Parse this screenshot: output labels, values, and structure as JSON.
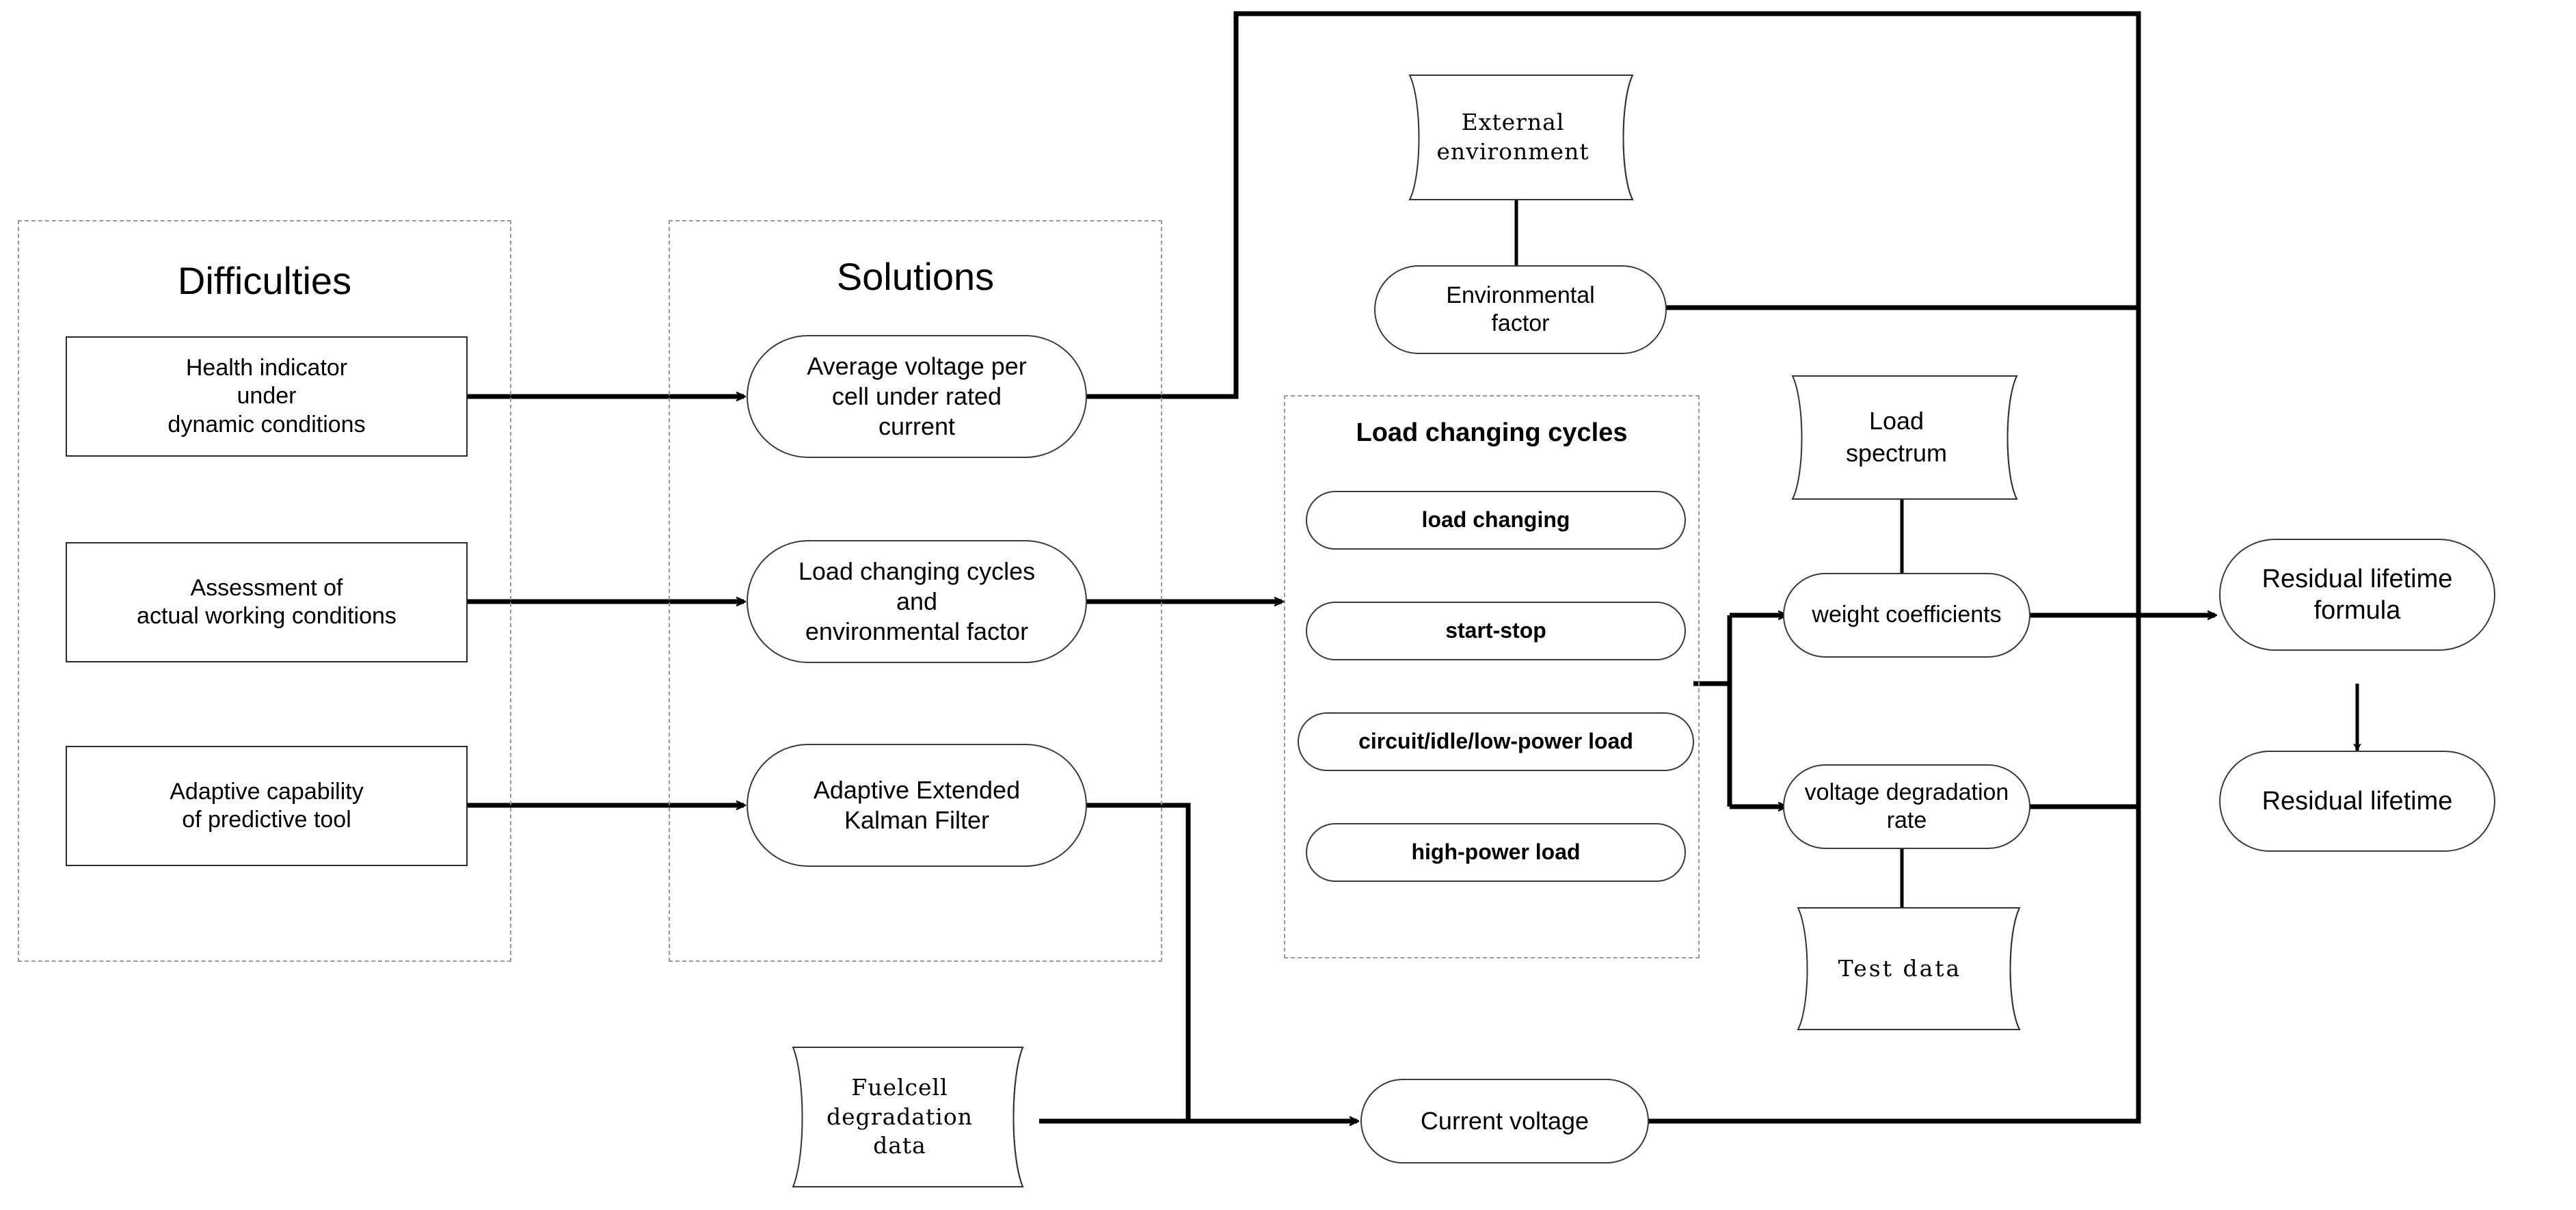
{
  "diagram": {
    "title_difficulties": "Difficulties",
    "title_solutions": "Solutions",
    "title_load_cycles": "Load changing cycles"
  },
  "difficulties": {
    "items": [
      {
        "label": "Health indicator\nunder\ndynamic conditions"
      },
      {
        "label": "Assessment of\nactual working conditions"
      },
      {
        "label": "Adaptive capability\nof predictive tool"
      }
    ]
  },
  "solutions": {
    "items": [
      {
        "label": "Average voltage per\ncell under rated\ncurrent"
      },
      {
        "label": "Load changing cycles\nand\nenvironmental factor"
      },
      {
        "label": "Adaptive Extended\nKalman Filter"
      }
    ]
  },
  "load_cycles": {
    "items": [
      {
        "label": "load changing"
      },
      {
        "label": "start-stop"
      },
      {
        "label": "circuit/idle/low-power load"
      },
      {
        "label": "high-power load"
      }
    ]
  },
  "datastores": {
    "external_environment": "External\nenvironment",
    "load_spectrum": "Load\nspectrum",
    "test_data": "Test data",
    "fuelcell_data": "Fuelcell\ndegradation\ndata"
  },
  "process": {
    "environmental_factor": "Environmental\nfactor",
    "weight_coefficients": "weight coefficients",
    "voltage_degradation_rate": "voltage degradation\nrate",
    "current_voltage": "Current voltage",
    "residual_lifetime_formula": "Residual lifetime\nformula",
    "residual_lifetime": "Residual lifetime"
  },
  "colors": {
    "stroke": "#000000",
    "node_border": "#3a3a3a",
    "dashed_border": "#9a9a9a",
    "background": "#ffffff"
  }
}
